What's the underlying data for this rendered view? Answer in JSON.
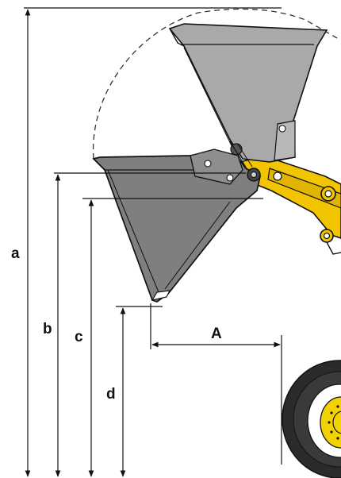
{
  "dimension_labels": {
    "a": "a",
    "b": "b",
    "c": "c",
    "d": "d",
    "A": "A"
  },
  "colors": {
    "line": "#111111",
    "bucket_lowered": "#7f7f7f",
    "bucket_raised": "#a9a9a9",
    "boom_yellow": "#f2c500",
    "tire": "#2b2b2b",
    "rim_yellow": "#f2d200",
    "background": "#ffffff"
  },
  "icons": {
    "arrow_head": "filled-triangle-arrow",
    "tire": "wheel-icon"
  }
}
